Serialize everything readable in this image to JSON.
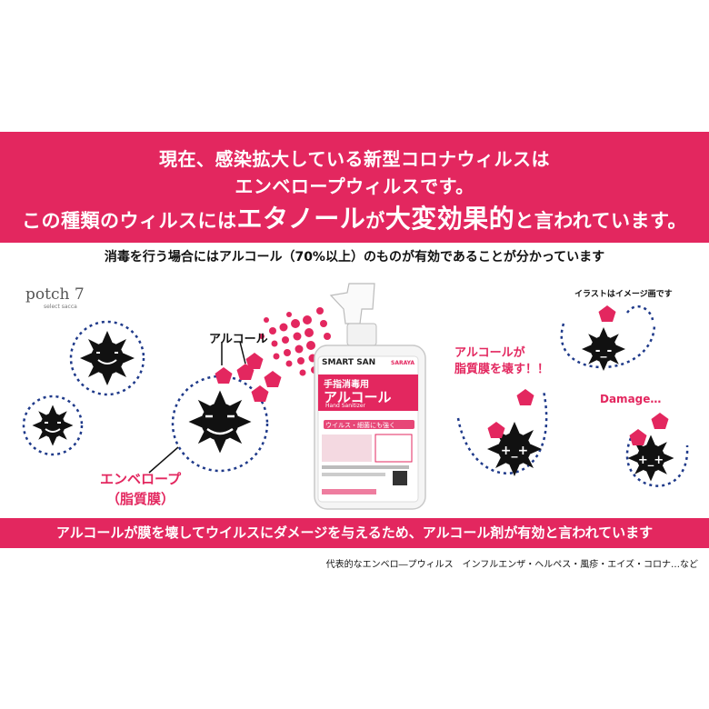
{
  "banner": {
    "line1": "現在、感染拡大している新型コロナウィルスは",
    "line2": "エンベロープウィルスです。",
    "line3_a": "この種類のウィルスには",
    "line3_b": "エタノール",
    "line3_c": "が",
    "line3_d": "大変効果的",
    "line3_e": "と言われています。"
  },
  "subtitle": "消毒を行う場合にはアルコール（70%以上）のものが有効であることが分かっています",
  "logo": {
    "name": "potch 7",
    "tagline": "select sacca"
  },
  "illustration_note": "イラストはイメージ画です",
  "labels": {
    "alcohol": "アルコール",
    "envelope_1": "エンベロープ",
    "envelope_2": "（脂質膜）",
    "breaks_1": "アルコールが",
    "breaks_2": "脂質膜を壊す！！",
    "damage": "Damage…"
  },
  "bottle": {
    "brand": "SMART SAN",
    "maker": "SARAYA",
    "product_1": "手指消毒用",
    "product_2": "アルコール",
    "product_en": "Hand Sanitizer",
    "tagline": "ウイルス・細菌にも強く"
  },
  "bottom_bar": "アルコールが膜を壊してウイルスにダメージを与えるため、アルコール剤が有効と言われています",
  "bottom_note": "代表的なエンベロ―プウィルス　インフルエンザ・ヘルペス・風疹・エイズ・コロナ…など",
  "colors": {
    "accent": "#e3275f",
    "membrane": "#1f3a8a",
    "virus": "#111111"
  }
}
